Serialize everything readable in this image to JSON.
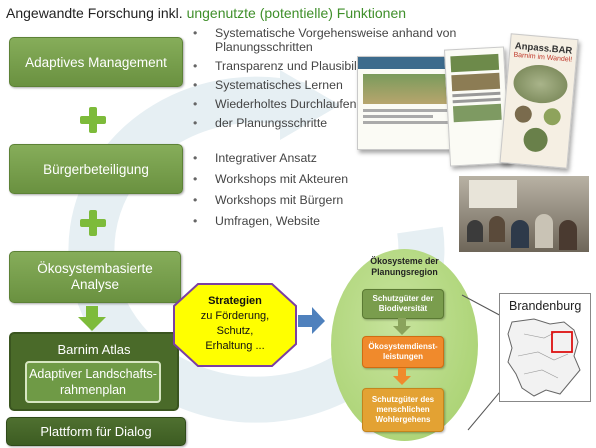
{
  "header": {
    "title_prefix": "Angewandte Forschung inkl.",
    "title_highlight": "ungenutzte (potentielle) Funktionen"
  },
  "flow": {
    "adaptive": "Adaptives Management",
    "participation": "Bürgerbeteiligung",
    "ecosystem_analysis": "Ökosystembasierte Analyse",
    "atlas": "Barnim Atlas",
    "plan": "Adaptiver Landschafts-rahmenplan",
    "platform": "Plattform für Dialog"
  },
  "adaptive_points": [
    "Systematische Vorgehensweise  anhand von",
    "Planungsschritten",
    "Transparenz und Plausibilität",
    "Systematisches Lernen",
    "Wiederholtes Durchlaufen",
    "der Planungsschritte"
  ],
  "participation_points": [
    "Integrativer Ansatz",
    "Workshops mit Akteuren",
    "Workshops mit Bürgern",
    "Umfragen, Website"
  ],
  "strategies": {
    "title": "Strategien",
    "text": "zu Förderung, Schutz, Erhaltung ..."
  },
  "ecosystems": {
    "title": "Ökosysteme der Planungsregion",
    "biodiversity": "Schutzgüter der Biodiversität",
    "services": "Ökosystemdienst-leistungen",
    "human_goods": "Schutzgüter des menschlichen Wohlergehens"
  },
  "map": {
    "label": "Brandenburg"
  },
  "flyer": {
    "title": "Anpass.BAR",
    "subtitle": "Barnim im Wandel!"
  },
  "colors": {
    "green_box": "#77a04a",
    "accent_green": "#3f8f2a",
    "plus_green": "#7dbb3a",
    "strategy_yellow": "#ffff00",
    "orange": "#f08a2c",
    "ellipse": "#b6d985"
  }
}
